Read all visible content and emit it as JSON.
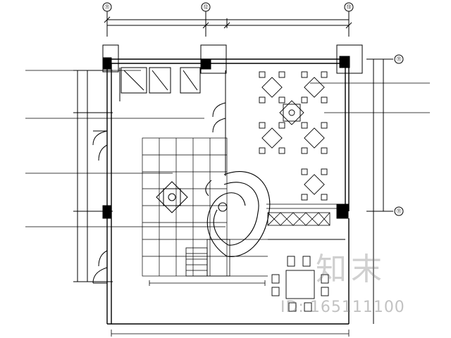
{
  "grid_axes": {
    "top": [
      "⑪",
      "⑫",
      "⑬"
    ],
    "right": [
      "⑪",
      "⑪"
    ]
  },
  "watermark": {
    "logo": "知末",
    "id": "ID: 165111100"
  }
}
